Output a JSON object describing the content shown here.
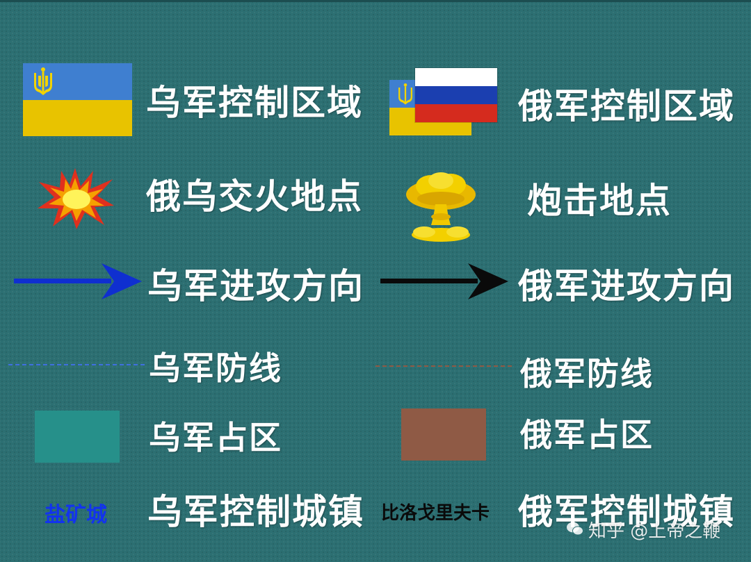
{
  "legend": {
    "ua_control_area": "乌军控制区域",
    "ru_control_area": "俄军控制区域",
    "clash_site": "俄乌交火地点",
    "shelling_site": "炮击地点",
    "ua_attack_direction": "乌军进攻方向",
    "ru_attack_direction": "俄军进攻方向",
    "ua_defense_line": "乌军防线",
    "ru_defense_line": "俄军防线",
    "ua_occupied_zone": "乌军占区",
    "ru_occupied_zone": "俄军占区",
    "ua_controlled_town": "乌军控制城镇",
    "ru_controlled_town": "俄军控制城镇"
  },
  "town_examples": {
    "ua_town_name": "盐矿城",
    "ru_town_name": "比洛戈里夫卡"
  },
  "watermark": "知乎 @上帝之鞭",
  "colors": {
    "background": "#2c6f72",
    "ua_blue": "#3f7fd0",
    "ua_yellow": "#e8c300",
    "ua_arrow": "#0f2fd0",
    "ru_arrow": "#0a0a0a",
    "ua_zone": "#26908a",
    "ru_zone": "#8f5a45",
    "ua_town_text": "#1233ee",
    "ru_town_text": "#0a0a0a"
  },
  "icons": [
    "ukraine-flag-icon",
    "russia-flag-icon",
    "explosion-icon",
    "mushroom-cloud-icon",
    "trident-icon"
  ]
}
